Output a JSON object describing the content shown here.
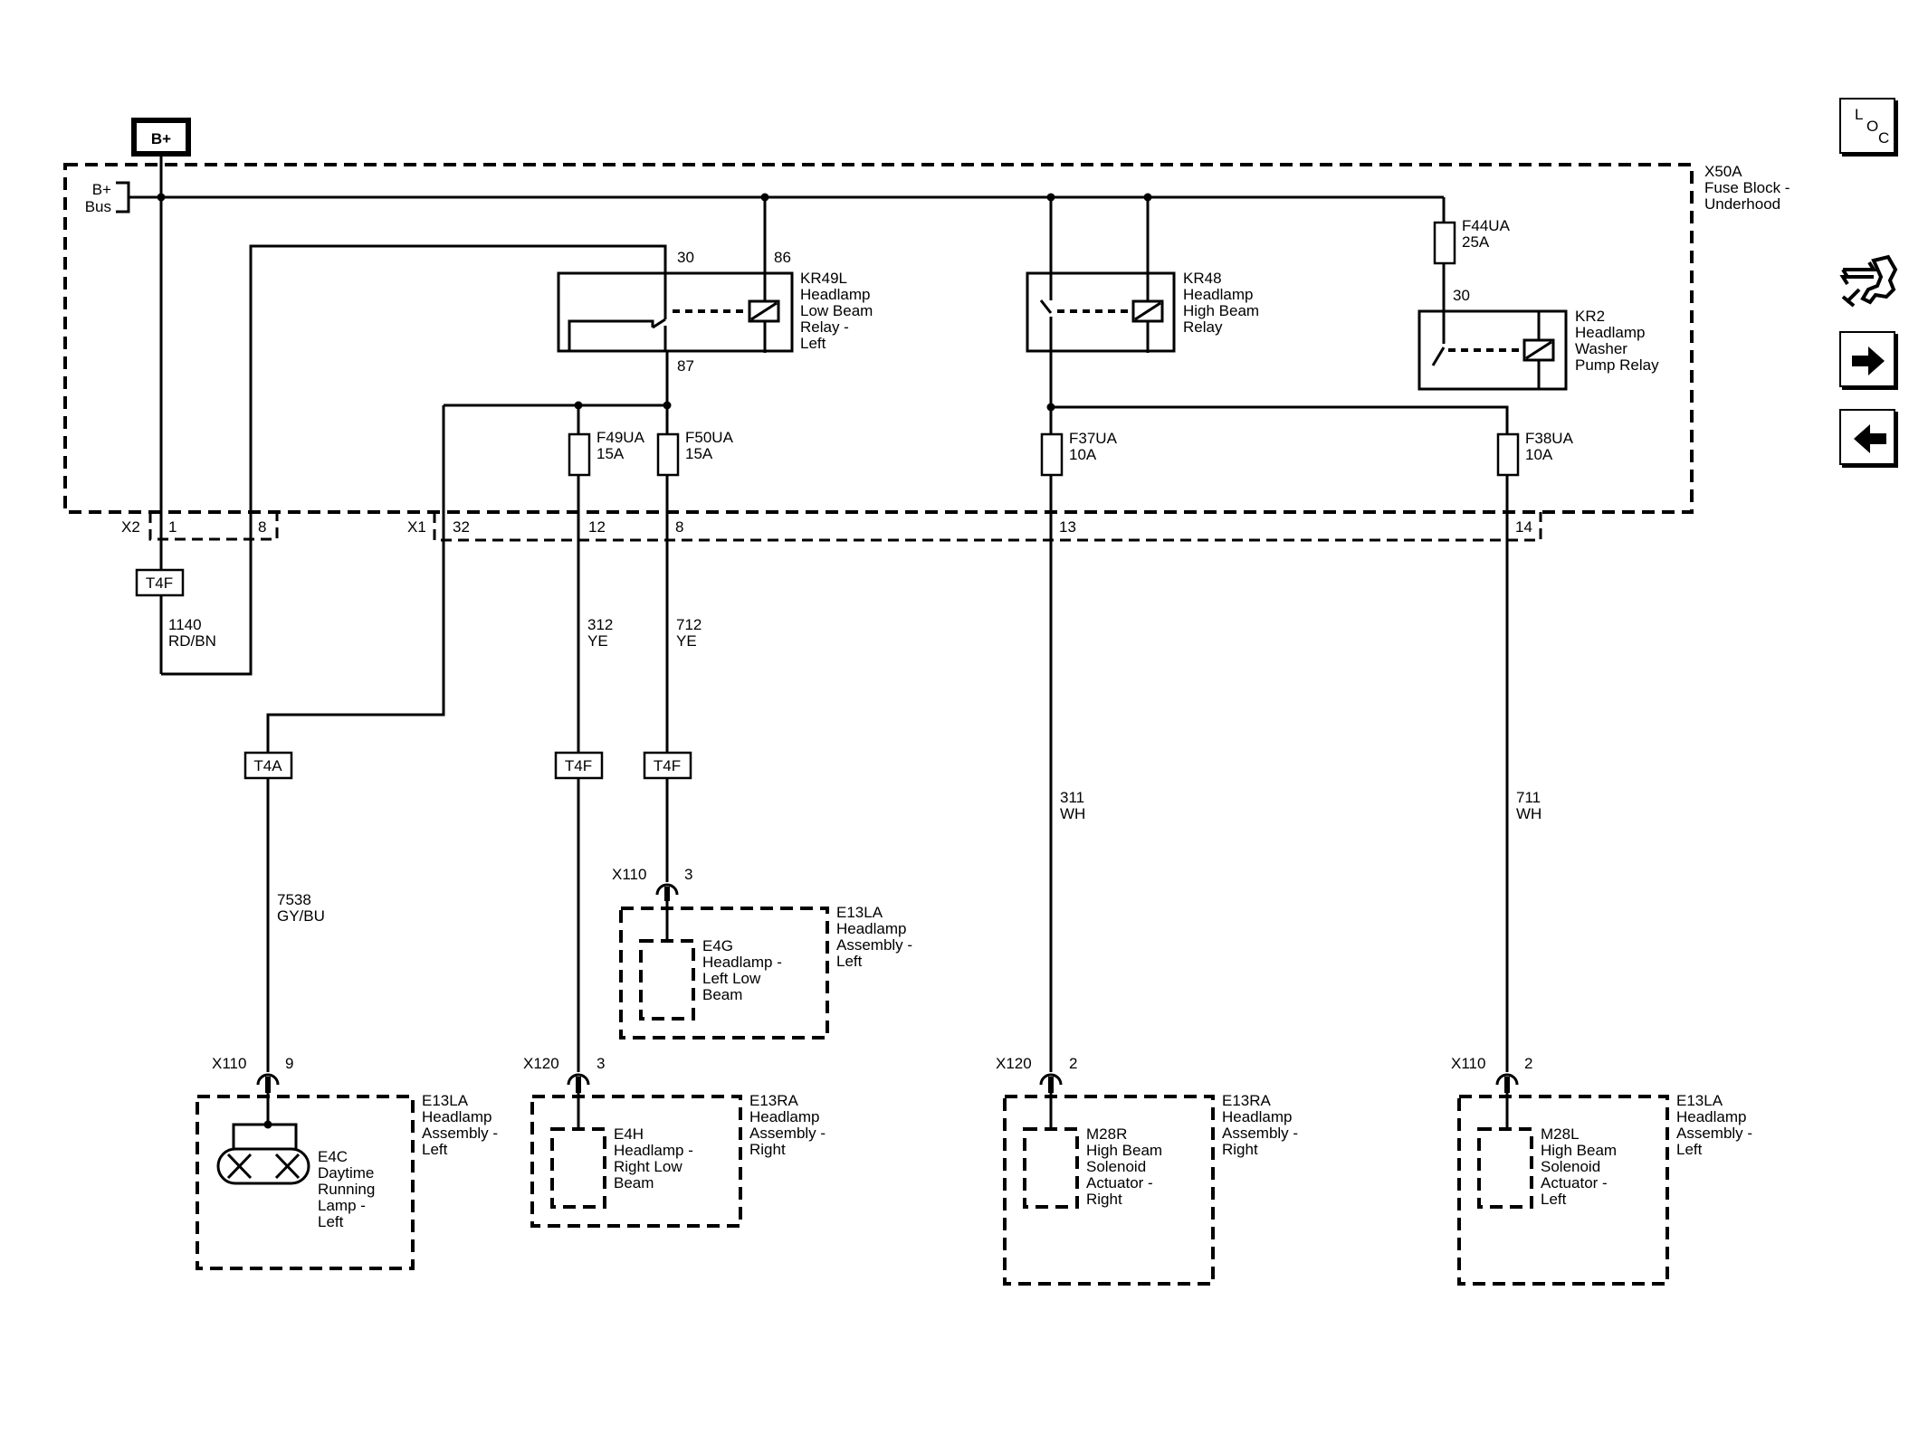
{
  "supply": {
    "bplus": "B+",
    "bus_line1": "B+",
    "bus_line2": "Bus"
  },
  "fuse_block": {
    "id": "X50A",
    "line1": "Fuse Block -",
    "line2": "Underhood"
  },
  "relays": {
    "kr49l": {
      "id": "KR49L",
      "l1": "Headlamp",
      "l2": "Low Beam",
      "l3": "Relay -",
      "l4": "Left",
      "pin30": "30",
      "pin86": "86",
      "pin87": "87"
    },
    "kr48": {
      "id": "KR48",
      "l1": "Headlamp",
      "l2": "High Beam",
      "l3": "Relay"
    },
    "kr2": {
      "id": "KR2",
      "l1": "Headlamp",
      "l2": "Washer",
      "l3": "Pump Relay",
      "pin30": "30"
    }
  },
  "fuses": {
    "f44ua": {
      "id": "F44UA",
      "rating": "25A"
    },
    "f49ua": {
      "id": "F49UA",
      "rating": "15A"
    },
    "f50ua": {
      "id": "F50UA",
      "rating": "15A"
    },
    "f37ua": {
      "id": "F37UA",
      "rating": "10A"
    },
    "f38ua": {
      "id": "F38UA",
      "rating": "10A"
    }
  },
  "connectors": {
    "x2": {
      "id": "X2",
      "pin_a": "1",
      "pin_b": "8"
    },
    "x1": {
      "id": "X1",
      "pin_a": "32",
      "pin_b": "12",
      "pin_c": "8",
      "pin_d": "13",
      "pin_e": "14"
    },
    "x110_a": {
      "id": "X110",
      "pin": "3"
    },
    "x110_b": {
      "id": "X110",
      "pin": "9"
    },
    "x120_a": {
      "id": "X120",
      "pin": "3"
    },
    "x120_b": {
      "id": "X120",
      "pin": "2"
    },
    "x110_c": {
      "id": "X110",
      "pin": "2"
    }
  },
  "splices": {
    "t4f_a": "T4F",
    "t4a": "T4A",
    "t4f_b": "T4F",
    "t4f_c": "T4F"
  },
  "wires": {
    "w1140": {
      "circuit": "1140",
      "color": "RD/BN"
    },
    "w312": {
      "circuit": "312",
      "color": "YE"
    },
    "w712": {
      "circuit": "712",
      "color": "YE"
    },
    "w311": {
      "circuit": "311",
      "color": "WH"
    },
    "w711": {
      "circuit": "711",
      "color": "WH"
    },
    "w7538": {
      "circuit": "7538",
      "color": "GY/BU"
    }
  },
  "components": {
    "e4g": {
      "id": "E4G",
      "l1": "Headlamp -",
      "l2": "Left Low",
      "l3": "Beam",
      "asm_id": "E13LA",
      "asm1": "Headlamp",
      "asm2": "Assembly -",
      "asm3": "Left"
    },
    "e4c": {
      "id": "E4C",
      "l1": "Daytime",
      "l2": "Running",
      "l3": "Lamp -",
      "l4": "Left",
      "asm_id": "E13LA",
      "asm1": "Headlamp",
      "asm2": "Assembly -",
      "asm3": "Left"
    },
    "e4h": {
      "id": "E4H",
      "l1": "Headlamp -",
      "l2": "Right Low",
      "l3": "Beam",
      "asm_id": "E13RA",
      "asm1": "Headlamp",
      "asm2": "Assembly -",
      "asm3": "Right"
    },
    "m28r": {
      "id": "M28R",
      "l1": "High Beam",
      "l2": "Solenoid",
      "l3": "Actuator -",
      "l4": "Right",
      "asm_id": "E13RA",
      "asm1": "Headlamp",
      "asm2": "Assembly -",
      "asm3": "Right"
    },
    "m28l": {
      "id": "M28L",
      "l1": "High Beam",
      "l2": "Solenoid",
      "l3": "Actuator -",
      "l4": "Left",
      "asm_id": "E13LA",
      "asm1": "Headlamp",
      "asm2": "Assembly -",
      "asm3": "Left"
    }
  },
  "toolbar": {
    "loc_l": "L",
    "loc_o": "O",
    "loc_c": "C",
    "buttons": [
      "loc-icon",
      "connector-end-view-icon",
      "next-arrow-icon",
      "previous-arrow-icon"
    ]
  }
}
